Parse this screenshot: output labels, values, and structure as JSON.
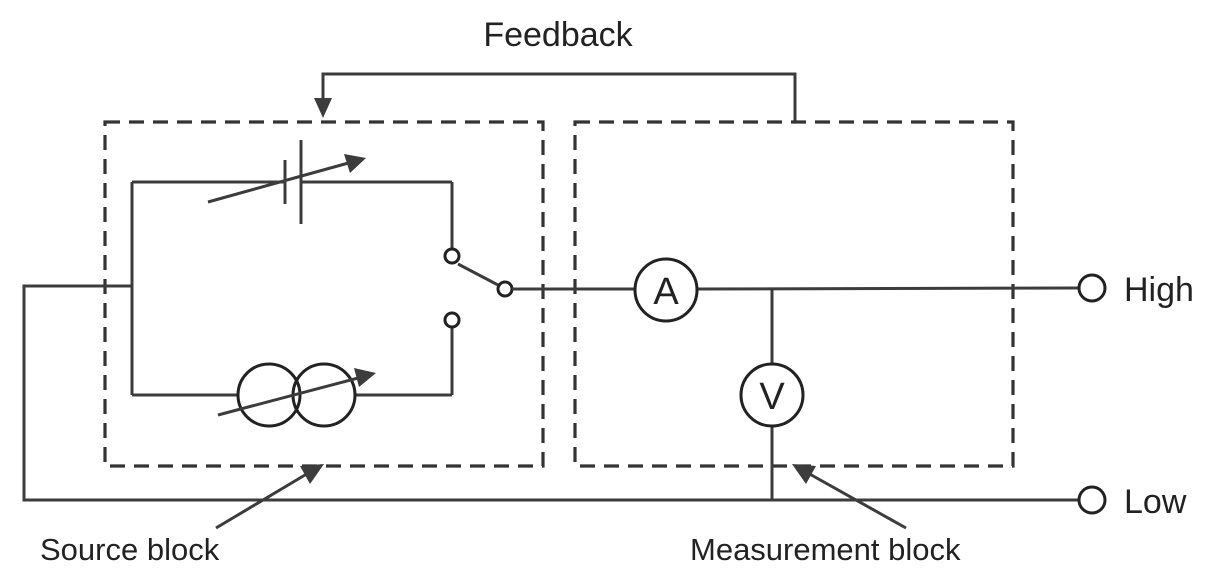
{
  "labels": {
    "feedback": "Feedback",
    "source_block": "Source block",
    "measurement_block": "Measurement block",
    "terminal_high": "High",
    "terminal_low": "Low"
  },
  "meters": {
    "ammeter": "A",
    "voltmeter": "V"
  },
  "colors": {
    "line": "#3c3c3c",
    "text": "#222222",
    "background": "#ffffff"
  }
}
